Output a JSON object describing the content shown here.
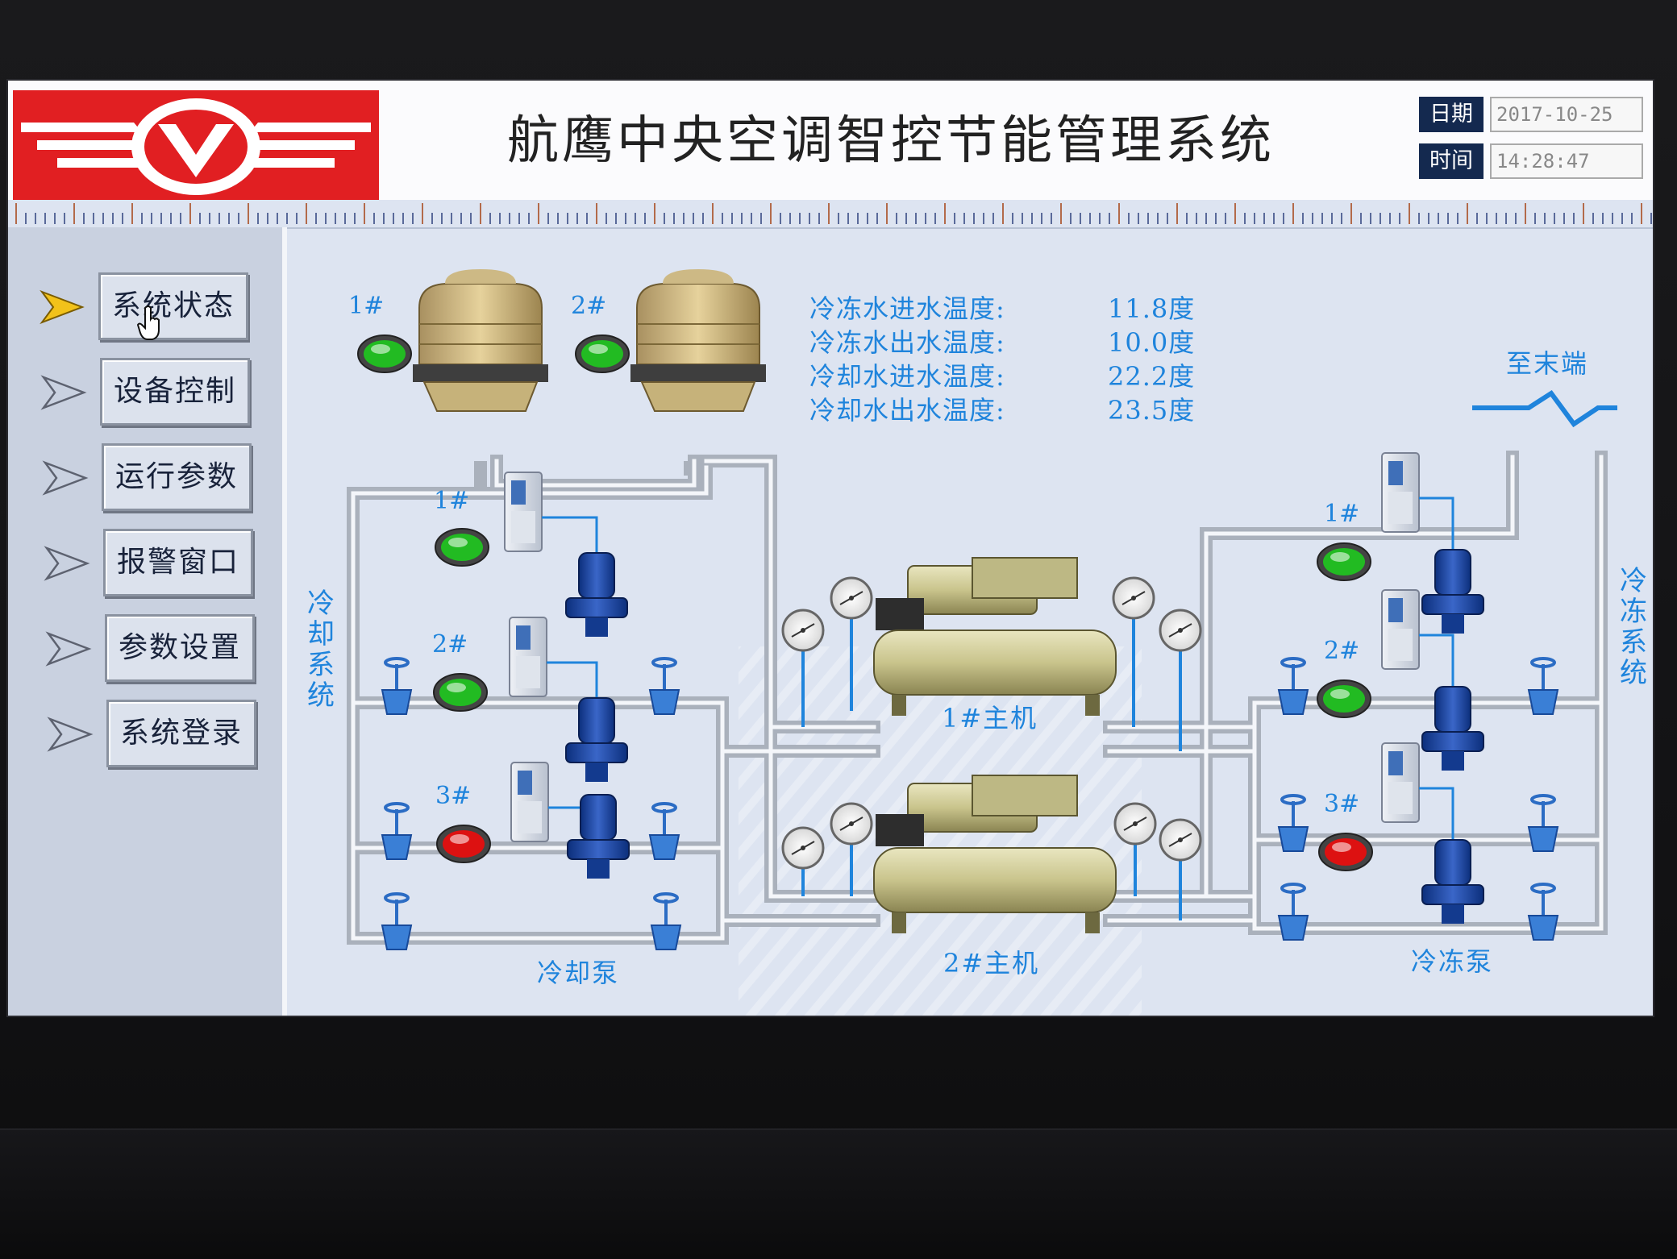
{
  "header": {
    "title": "航鹰中央空调智控节能管理系统",
    "date_label": "日期",
    "date_value": "2017-10-25",
    "time_label": "时间",
    "time_value": "14:28:47"
  },
  "nav": [
    {
      "label": "系统状态",
      "active": true
    },
    {
      "label": "设备控制",
      "active": false
    },
    {
      "label": "运行参数",
      "active": false
    },
    {
      "label": "报警窗口",
      "active": false
    },
    {
      "label": "参数设置",
      "active": false
    },
    {
      "label": "系统登录",
      "active": false
    }
  ],
  "readings": [
    {
      "label": "冷冻水进水温度:",
      "value": "11.8度"
    },
    {
      "label": "冷冻水出水温度:",
      "value": "10.0度"
    },
    {
      "label": "冷却水进水温度:",
      "value": "22.2度"
    },
    {
      "label": "冷却水出水温度:",
      "value": "23.5度"
    }
  ],
  "cooling_towers": [
    {
      "id": "1#",
      "status": "running"
    },
    {
      "id": "2#",
      "status": "running"
    }
  ],
  "cooling_pumps": [
    {
      "id": "1#",
      "status": "running"
    },
    {
      "id": "2#",
      "status": "running"
    },
    {
      "id": "3#",
      "status": "stopped"
    }
  ],
  "chilled_pumps": [
    {
      "id": "1#",
      "status": "running"
    },
    {
      "id": "2#",
      "status": "running"
    },
    {
      "id": "3#",
      "status": "stopped"
    }
  ],
  "chillers": [
    {
      "label": "1#主机"
    },
    {
      "label": "2#主机"
    }
  ],
  "labels": {
    "cooling_system": "冷却系统",
    "chilled_system": "冷冻系统",
    "cooling_pump": "冷却泵",
    "chilled_pump": "冷冻泵",
    "to_terminal": "至末端"
  },
  "colors": {
    "running": "#22bb22",
    "stopped": "#dd1111",
    "label_blue": "#1f84dc",
    "logo_red": "#e11f22",
    "pipe": "#c4c9d2"
  }
}
